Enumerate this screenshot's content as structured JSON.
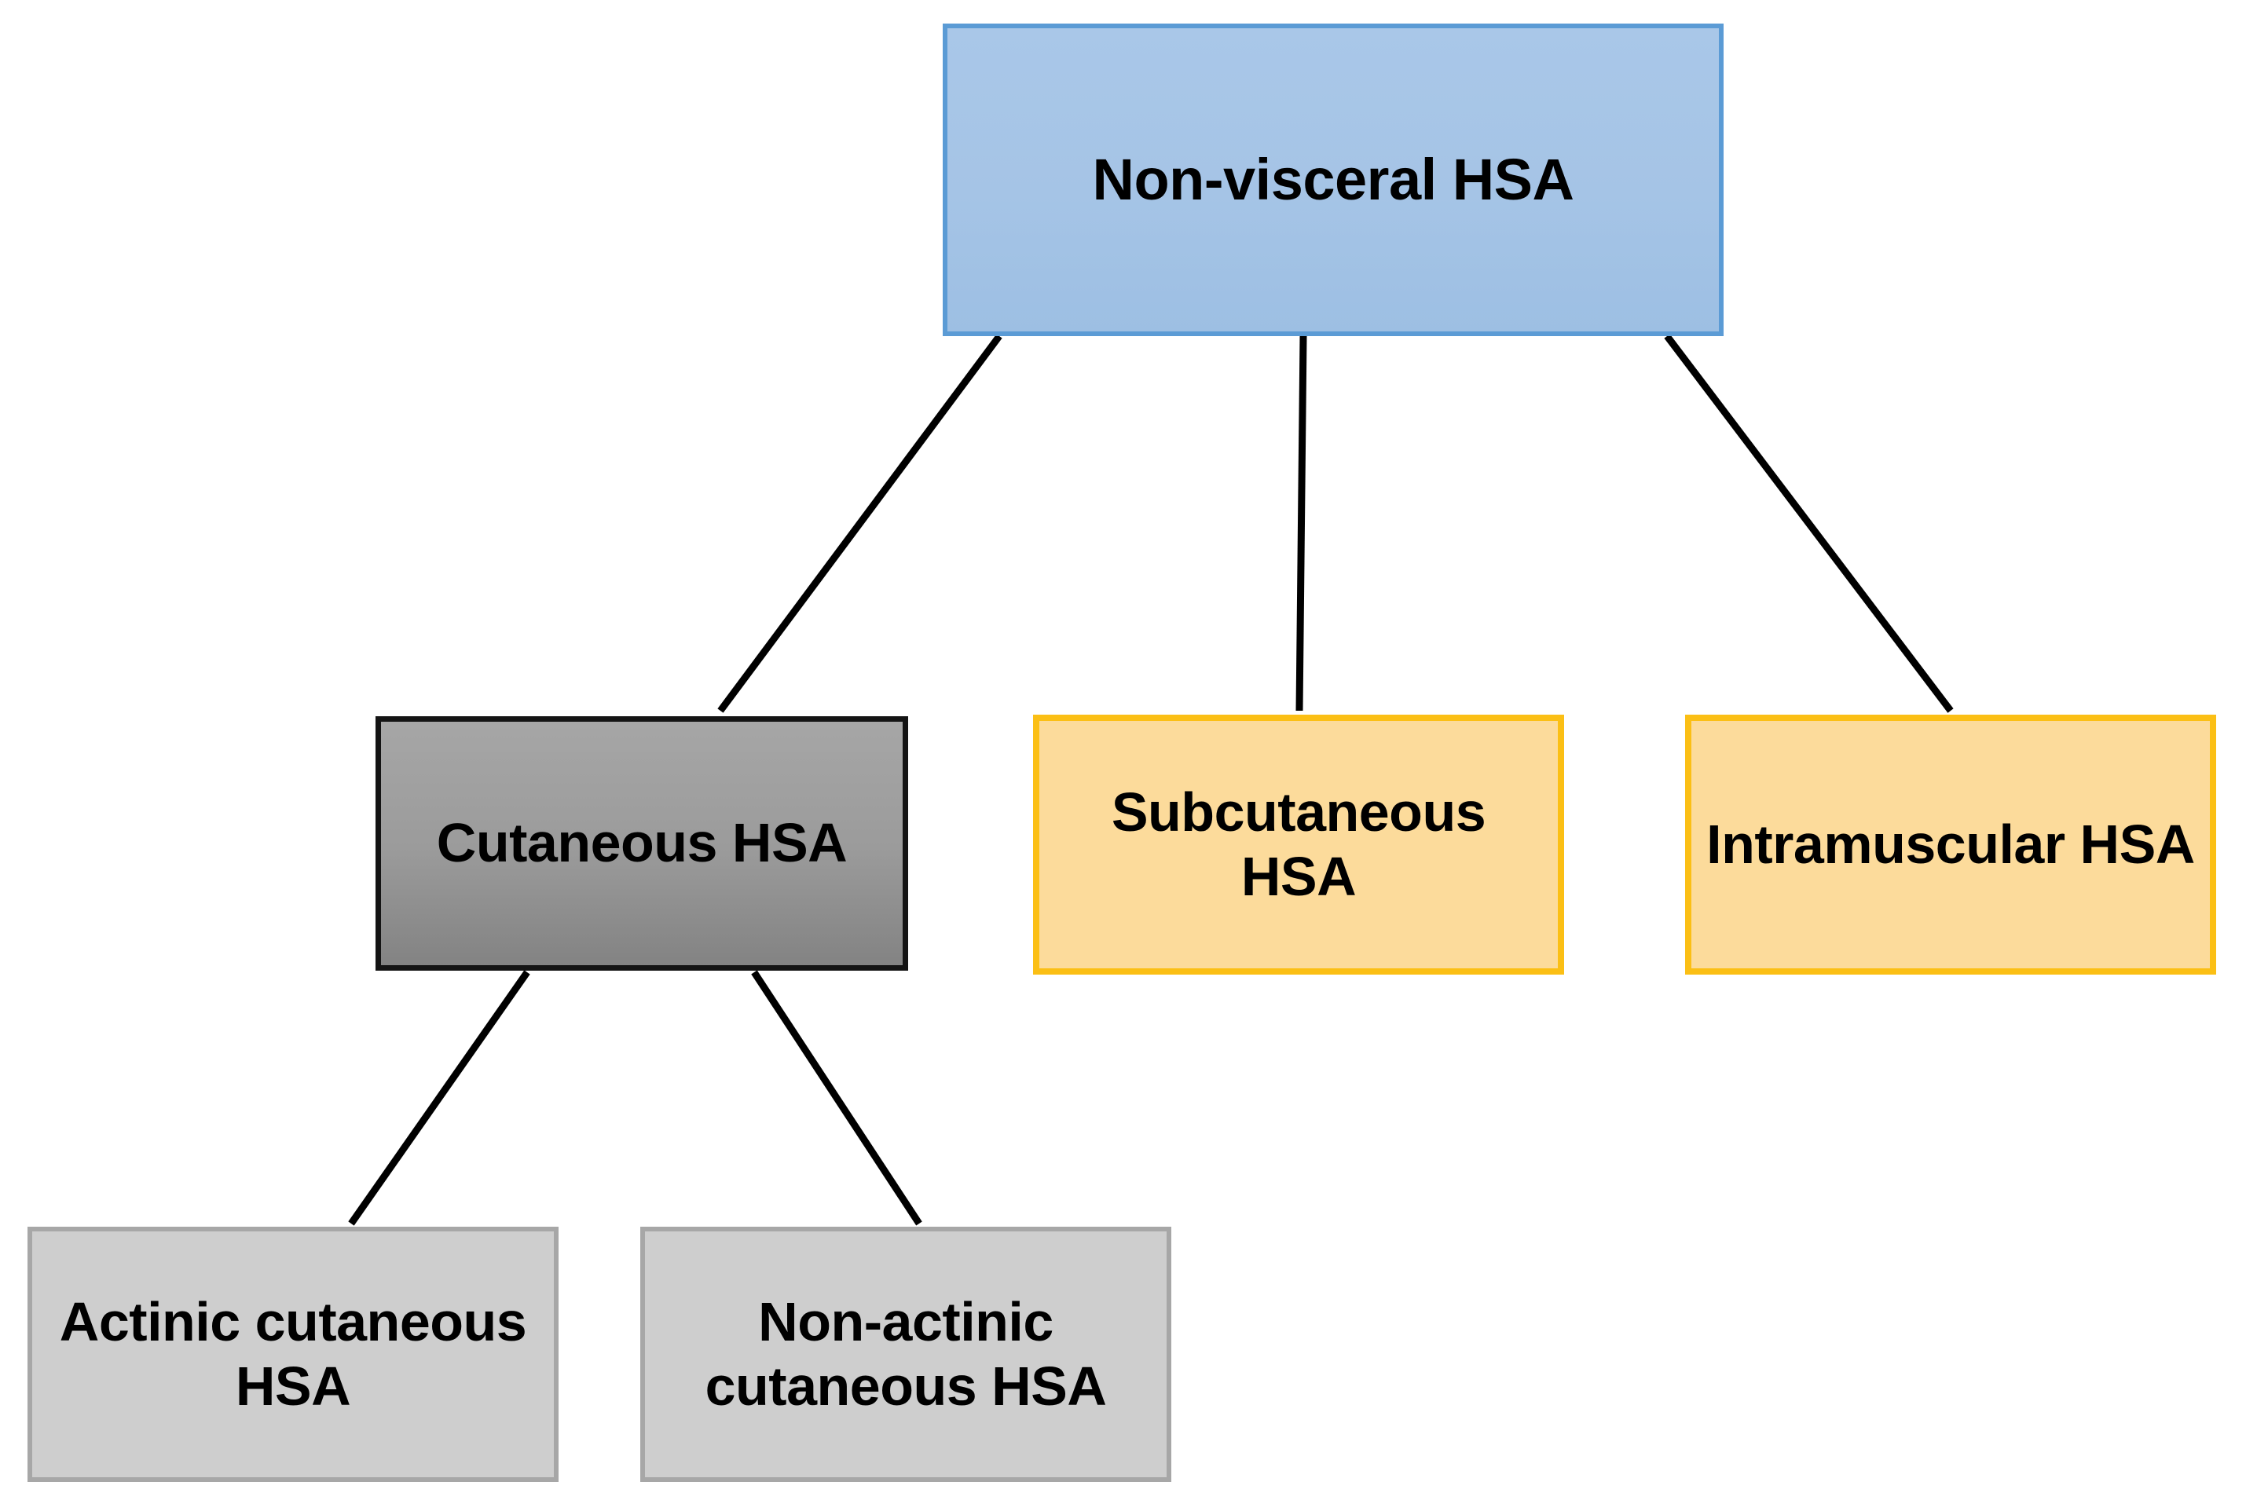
{
  "diagram": {
    "type": "hierarchy-tree",
    "title_text": "",
    "background_color": "#ffffff",
    "nodes": [
      {
        "id": "root",
        "label": "Non-visceral HSA",
        "level": 0,
        "fill_color": "#a5c4e6",
        "border_color": "#5b9bd5",
        "text_color": "#000000"
      },
      {
        "id": "cutaneous",
        "label": "Cutaneous HSA",
        "level": 1,
        "fill_color": "#9b9b9b",
        "border_color": "#141414",
        "text_color": "#000000"
      },
      {
        "id": "subcutaneous",
        "label": "Subcutaneous HSA",
        "level": 1,
        "fill_color": "#fcdb9b",
        "border_color": "#fbbf15",
        "text_color": "#000000"
      },
      {
        "id": "intramuscular",
        "label": "Intramuscular HSA",
        "level": 1,
        "fill_color": "#fcdb9b",
        "border_color": "#fbbf15",
        "text_color": "#000000"
      },
      {
        "id": "actinic",
        "label": "Actinic cutaneous HSA",
        "level": 2,
        "fill_color": "#cecece",
        "border_color": "#a7a7a7",
        "text_color": "#000000"
      },
      {
        "id": "nonactinic",
        "label": "Non-actinic cutaneous HSA",
        "level": 2,
        "fill_color": "#cecece",
        "border_color": "#a7a7a7",
        "text_color": "#000000"
      }
    ],
    "edges": [
      {
        "from": "root",
        "to": "cutaneous",
        "style": "solid",
        "color": "#000000"
      },
      {
        "from": "root",
        "to": "subcutaneous",
        "style": "solid",
        "color": "#000000"
      },
      {
        "from": "root",
        "to": "intramuscular",
        "style": "solid",
        "color": "#000000"
      },
      {
        "from": "cutaneous",
        "to": "actinic",
        "style": "solid",
        "color": "#000000"
      },
      {
        "from": "cutaneous",
        "to": "nonactinic",
        "style": "solid",
        "color": "#000000"
      }
    ]
  }
}
